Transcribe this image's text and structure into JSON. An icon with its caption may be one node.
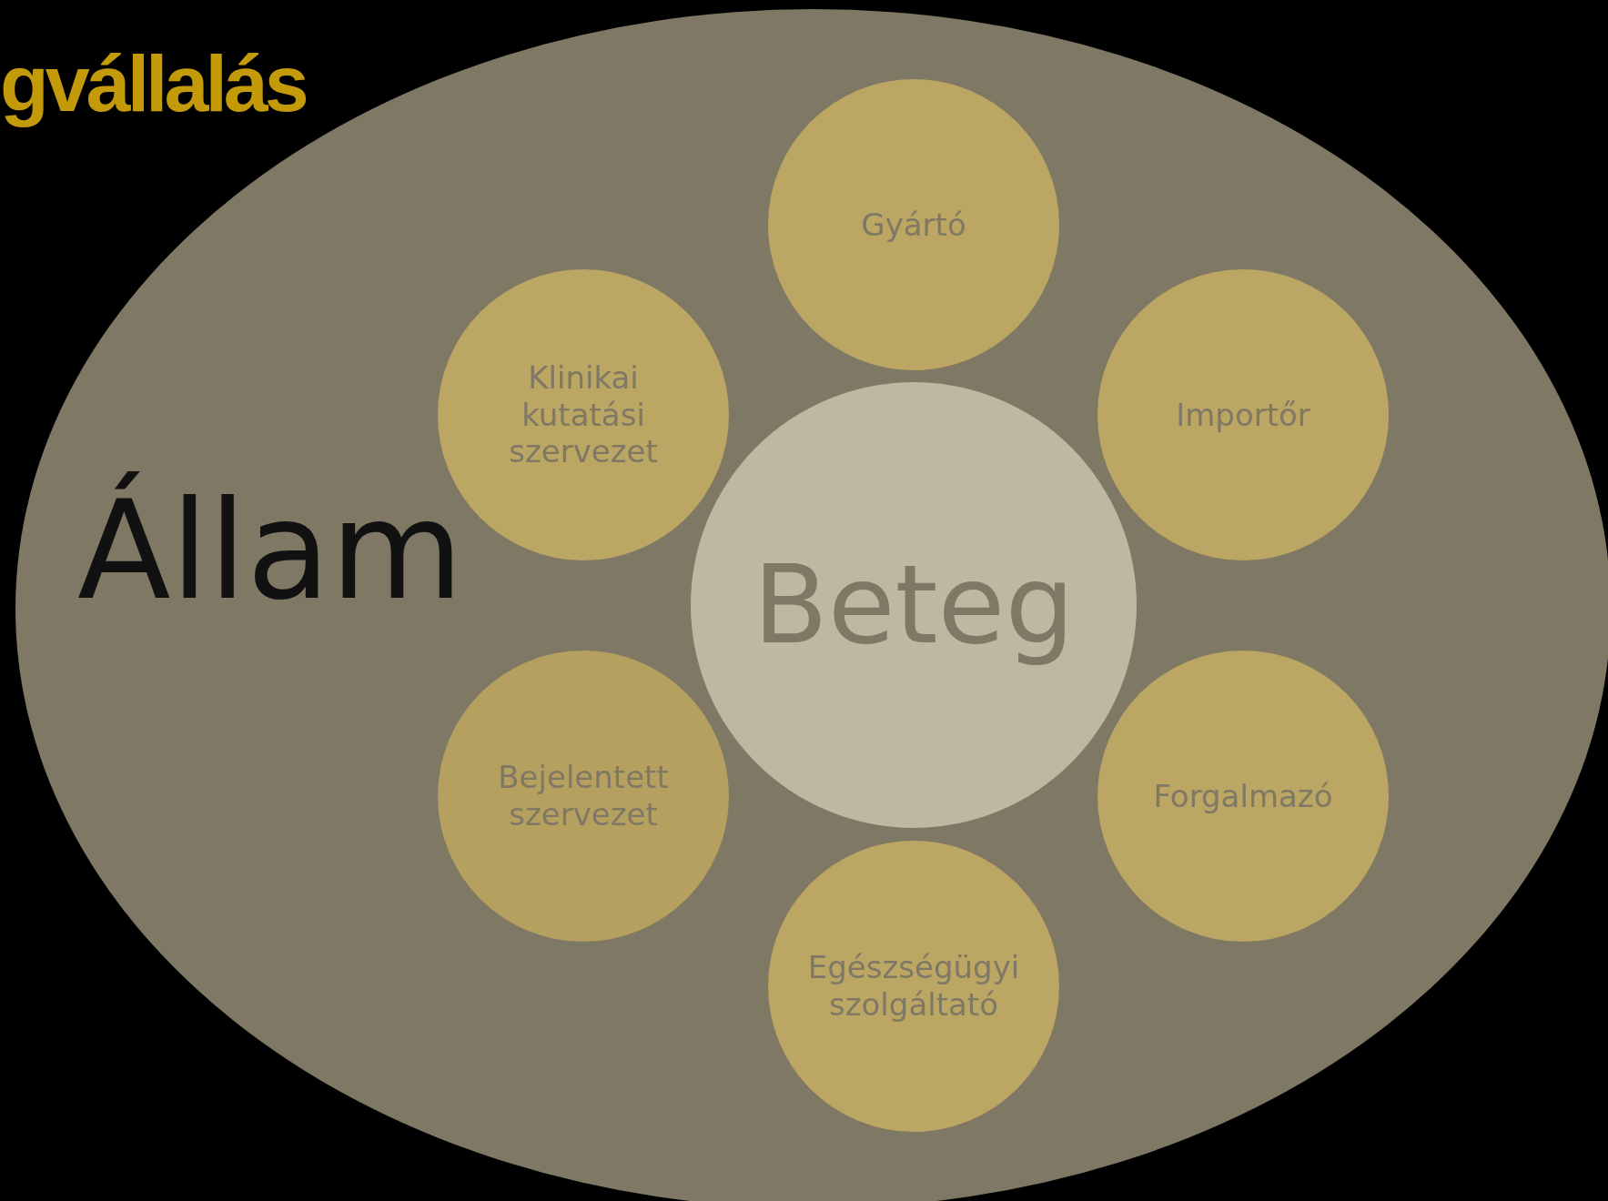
{
  "diagram": {
    "title": "gvállalás",
    "nodes": [
      {
        "text": [
          "Állam"
        ]
      },
      {
        "text": [
          "Gyártó"
        ],
        "in": 0
      },
      {
        "text": [
          "Klinikai kutatási szervezet"
        ],
        "in": 0
      },
      {
        "text": [
          "Importőr"
        ],
        "in": 0
      },
      {
        "text": [
          "Beteg"
        ],
        "in": 0
      },
      {
        "text": [
          "Bejelentett szervezet"
        ],
        "in": 0
      },
      {
        "text": [
          "Forgalmazó"
        ],
        "in": 0
      },
      {
        "text": [
          "Egészségügyi szolgáltató"
        ],
        "in": 0
      }
    ]
  }
}
